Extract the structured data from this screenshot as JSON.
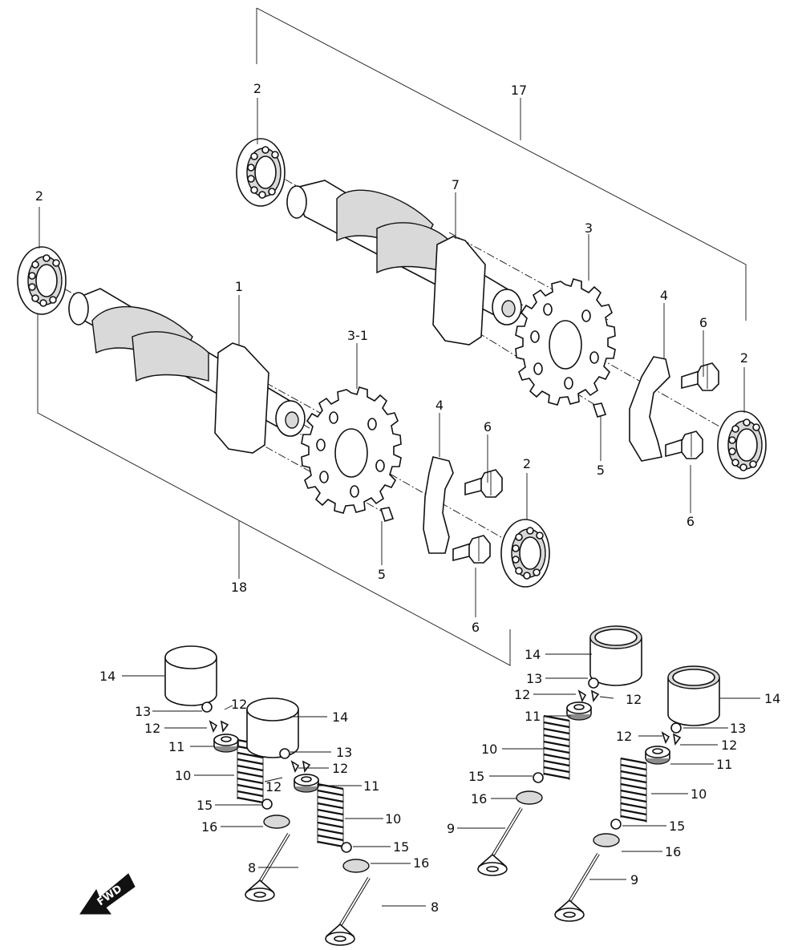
{
  "diagram": {
    "labels": {
      "l1": "1",
      "l2a": "2",
      "l2b": "2",
      "l2c": "2",
      "l2d": "2",
      "l3": "3",
      "l3_1": "3-1",
      "l4a": "4",
      "l4b": "4",
      "l5a": "5",
      "l5b": "5",
      "l6a": "6",
      "l6b": "6",
      "l6c": "6",
      "l6d": "6",
      "l7": "7",
      "l8a": "8",
      "l8b": "8",
      "l9a": "9",
      "l9b": "9",
      "l10a": "10",
      "l10b": "10",
      "l10c": "10",
      "l10d": "10",
      "l11a": "11",
      "l11b": "11",
      "l11c": "11",
      "l11d": "11",
      "l12a": "12",
      "l12b": "12",
      "l12c": "12",
      "l12d": "12",
      "l12e": "12",
      "l12f": "12",
      "l12g": "12",
      "l12h": "12",
      "l13a": "13",
      "l13b": "13",
      "l13c": "13",
      "l13d": "13",
      "l14a": "14",
      "l14b": "14",
      "l14c": "14",
      "l14d": "14",
      "l15a": "15",
      "l15b": "15",
      "l15c": "15",
      "l15d": "15",
      "l16a": "16",
      "l16b": "16",
      "l16c": "16",
      "l16d": "16",
      "l17": "17",
      "l18": "18"
    },
    "fwd_label": "FWD"
  }
}
